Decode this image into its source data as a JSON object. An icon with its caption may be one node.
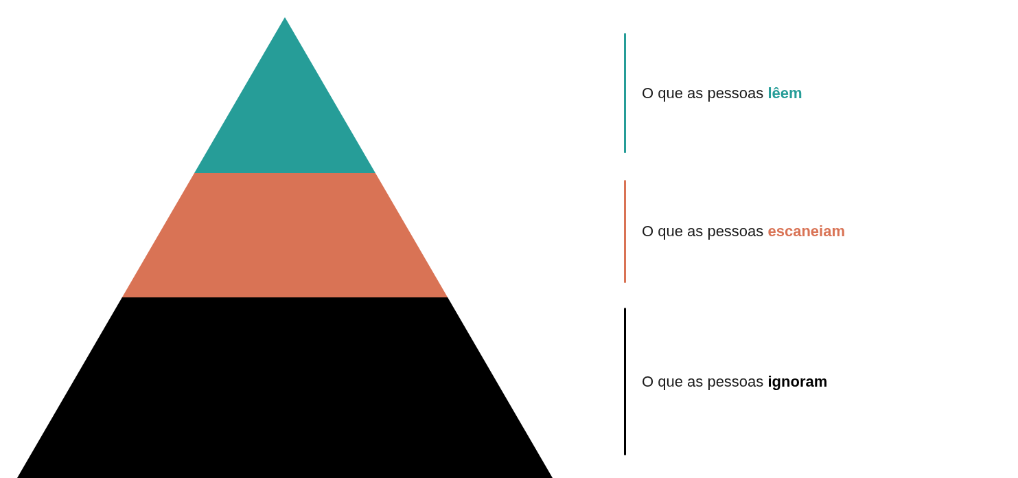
{
  "diagram": {
    "legend": [
      {
        "text": "O que as pessoas **lêem**",
        "color": "#269d98"
      },
      {
        "text": "O que as pessoas **escaneiam**",
        "color": "#d97355"
      },
      {
        "text": "O que as pessoas **ignoram**",
        "color": "#000000"
      }
    ]
  }
}
